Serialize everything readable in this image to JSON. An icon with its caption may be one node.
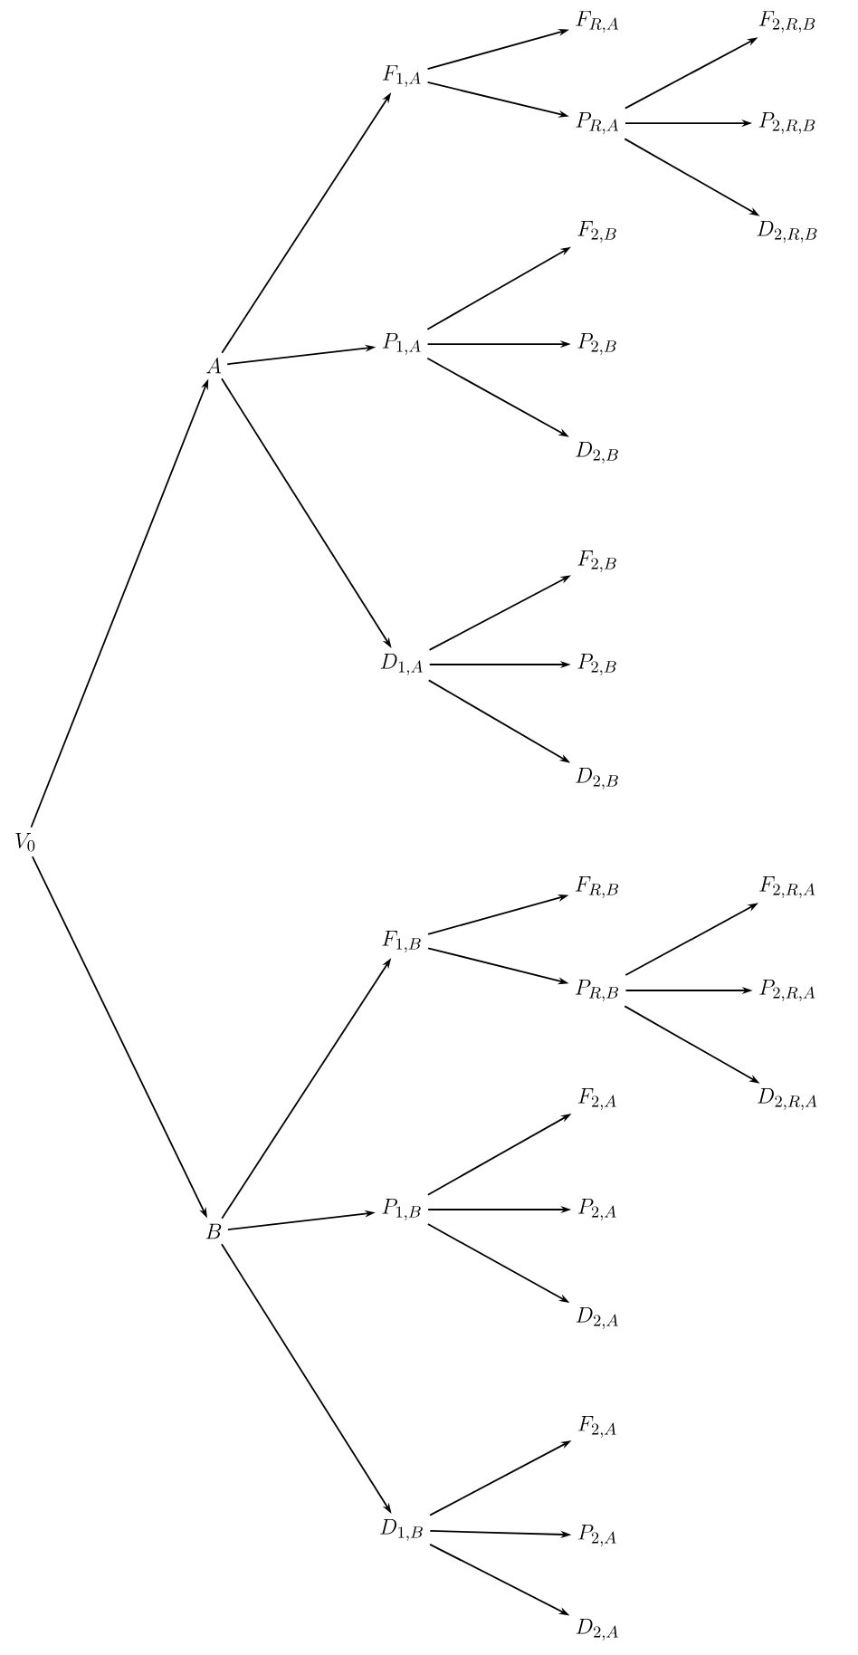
{
  "diagram": {
    "nodes": [
      {
        "text": [
          "V_0"
        ]
      },
      {
        "text": [
          "A"
        ]
      },
      {
        "text": [
          "B"
        ]
      },
      {
        "text": [
          "F_{1,A}"
        ]
      },
      {
        "text": [
          "P_{1,A}"
        ]
      },
      {
        "text": [
          "D_{1,A}"
        ]
      },
      {
        "text": [
          "F_{1,B}"
        ]
      },
      {
        "text": [
          "P_{1,B}"
        ]
      },
      {
        "text": [
          "D_{1,B}"
        ]
      },
      {
        "text": [
          "F_{R,A}"
        ]
      },
      {
        "text": [
          "P_{R,A}"
        ]
      },
      {
        "text": [
          "F_{2,B}"
        ]
      },
      {
        "text": [
          "P_{2,B}"
        ]
      },
      {
        "text": [
          "D_{2,B}"
        ]
      },
      {
        "text": [
          "F_{2,B}"
        ]
      },
      {
        "text": [
          "P_{2,B}"
        ]
      },
      {
        "text": [
          "D_{2,B}"
        ]
      },
      {
        "text": [
          "F_{R,B}"
        ]
      },
      {
        "text": [
          "P_{R,B}"
        ]
      },
      {
        "text": [
          "F_{2,A}"
        ]
      },
      {
        "text": [
          "P_{2,A}"
        ]
      },
      {
        "text": [
          "D_{2,A}"
        ]
      },
      {
        "text": [
          "F_{2,A}"
        ]
      },
      {
        "text": [
          "P_{2,A}"
        ]
      },
      {
        "text": [
          "D_{2,A}"
        ]
      },
      {
        "text": [
          "F_{2,R,B}"
        ]
      },
      {
        "text": [
          "P_{2,R,B}"
        ]
      },
      {
        "text": [
          "D_{2,R,B}"
        ]
      },
      {
        "text": [
          "F_{2,R,A}"
        ]
      },
      {
        "text": [
          "P_{2,R,A}"
        ]
      },
      {
        "text": [
          "D_{2,R,A}"
        ]
      }
    ],
    "edges": [
      {
        "from": 0,
        "to": 1,
        "arrow": "to"
      },
      {
        "from": 0,
        "to": 2,
        "arrow": "to"
      },
      {
        "from": 1,
        "to": 3,
        "arrow": "to"
      },
      {
        "from": 1,
        "to": 4,
        "arrow": "to"
      },
      {
        "from": 1,
        "to": 5,
        "arrow": "to"
      },
      {
        "from": 2,
        "to": 6,
        "arrow": "to"
      },
      {
        "from": 2,
        "to": 7,
        "arrow": "to"
      },
      {
        "from": 2,
        "to": 8,
        "arrow": "to"
      },
      {
        "from": 3,
        "to": 9,
        "arrow": "to"
      },
      {
        "from": 3,
        "to": 10,
        "arrow": "to"
      },
      {
        "from": 10,
        "to": 25,
        "arrow": "to"
      },
      {
        "from": 10,
        "to": 26,
        "arrow": "to"
      },
      {
        "from": 10,
        "to": 27,
        "arrow": "to"
      },
      {
        "from": 4,
        "to": 11,
        "arrow": "to"
      },
      {
        "from": 4,
        "to": 12,
        "arrow": "to"
      },
      {
        "from": 4,
        "to": 13,
        "arrow": "to"
      },
      {
        "from": 5,
        "to": 14,
        "arrow": "to"
      },
      {
        "from": 5,
        "to": 15,
        "arrow": "to"
      },
      {
        "from": 5,
        "to": 16,
        "arrow": "to"
      },
      {
        "from": 6,
        "to": 17,
        "arrow": "to"
      },
      {
        "from": 6,
        "to": 18,
        "arrow": "to"
      },
      {
        "from": 18,
        "to": 28,
        "arrow": "to"
      },
      {
        "from": 18,
        "to": 29,
        "arrow": "to"
      },
      {
        "from": 18,
        "to": 30,
        "arrow": "to"
      },
      {
        "from": 7,
        "to": 19,
        "arrow": "to"
      },
      {
        "from": 7,
        "to": 20,
        "arrow": "to"
      },
      {
        "from": 7,
        "to": 21,
        "arrow": "to"
      },
      {
        "from": 8,
        "to": 22,
        "arrow": "to"
      },
      {
        "from": 8,
        "to": 23,
        "arrow": "to"
      },
      {
        "from": 8,
        "to": 24,
        "arrow": "to"
      }
    ]
  }
}
